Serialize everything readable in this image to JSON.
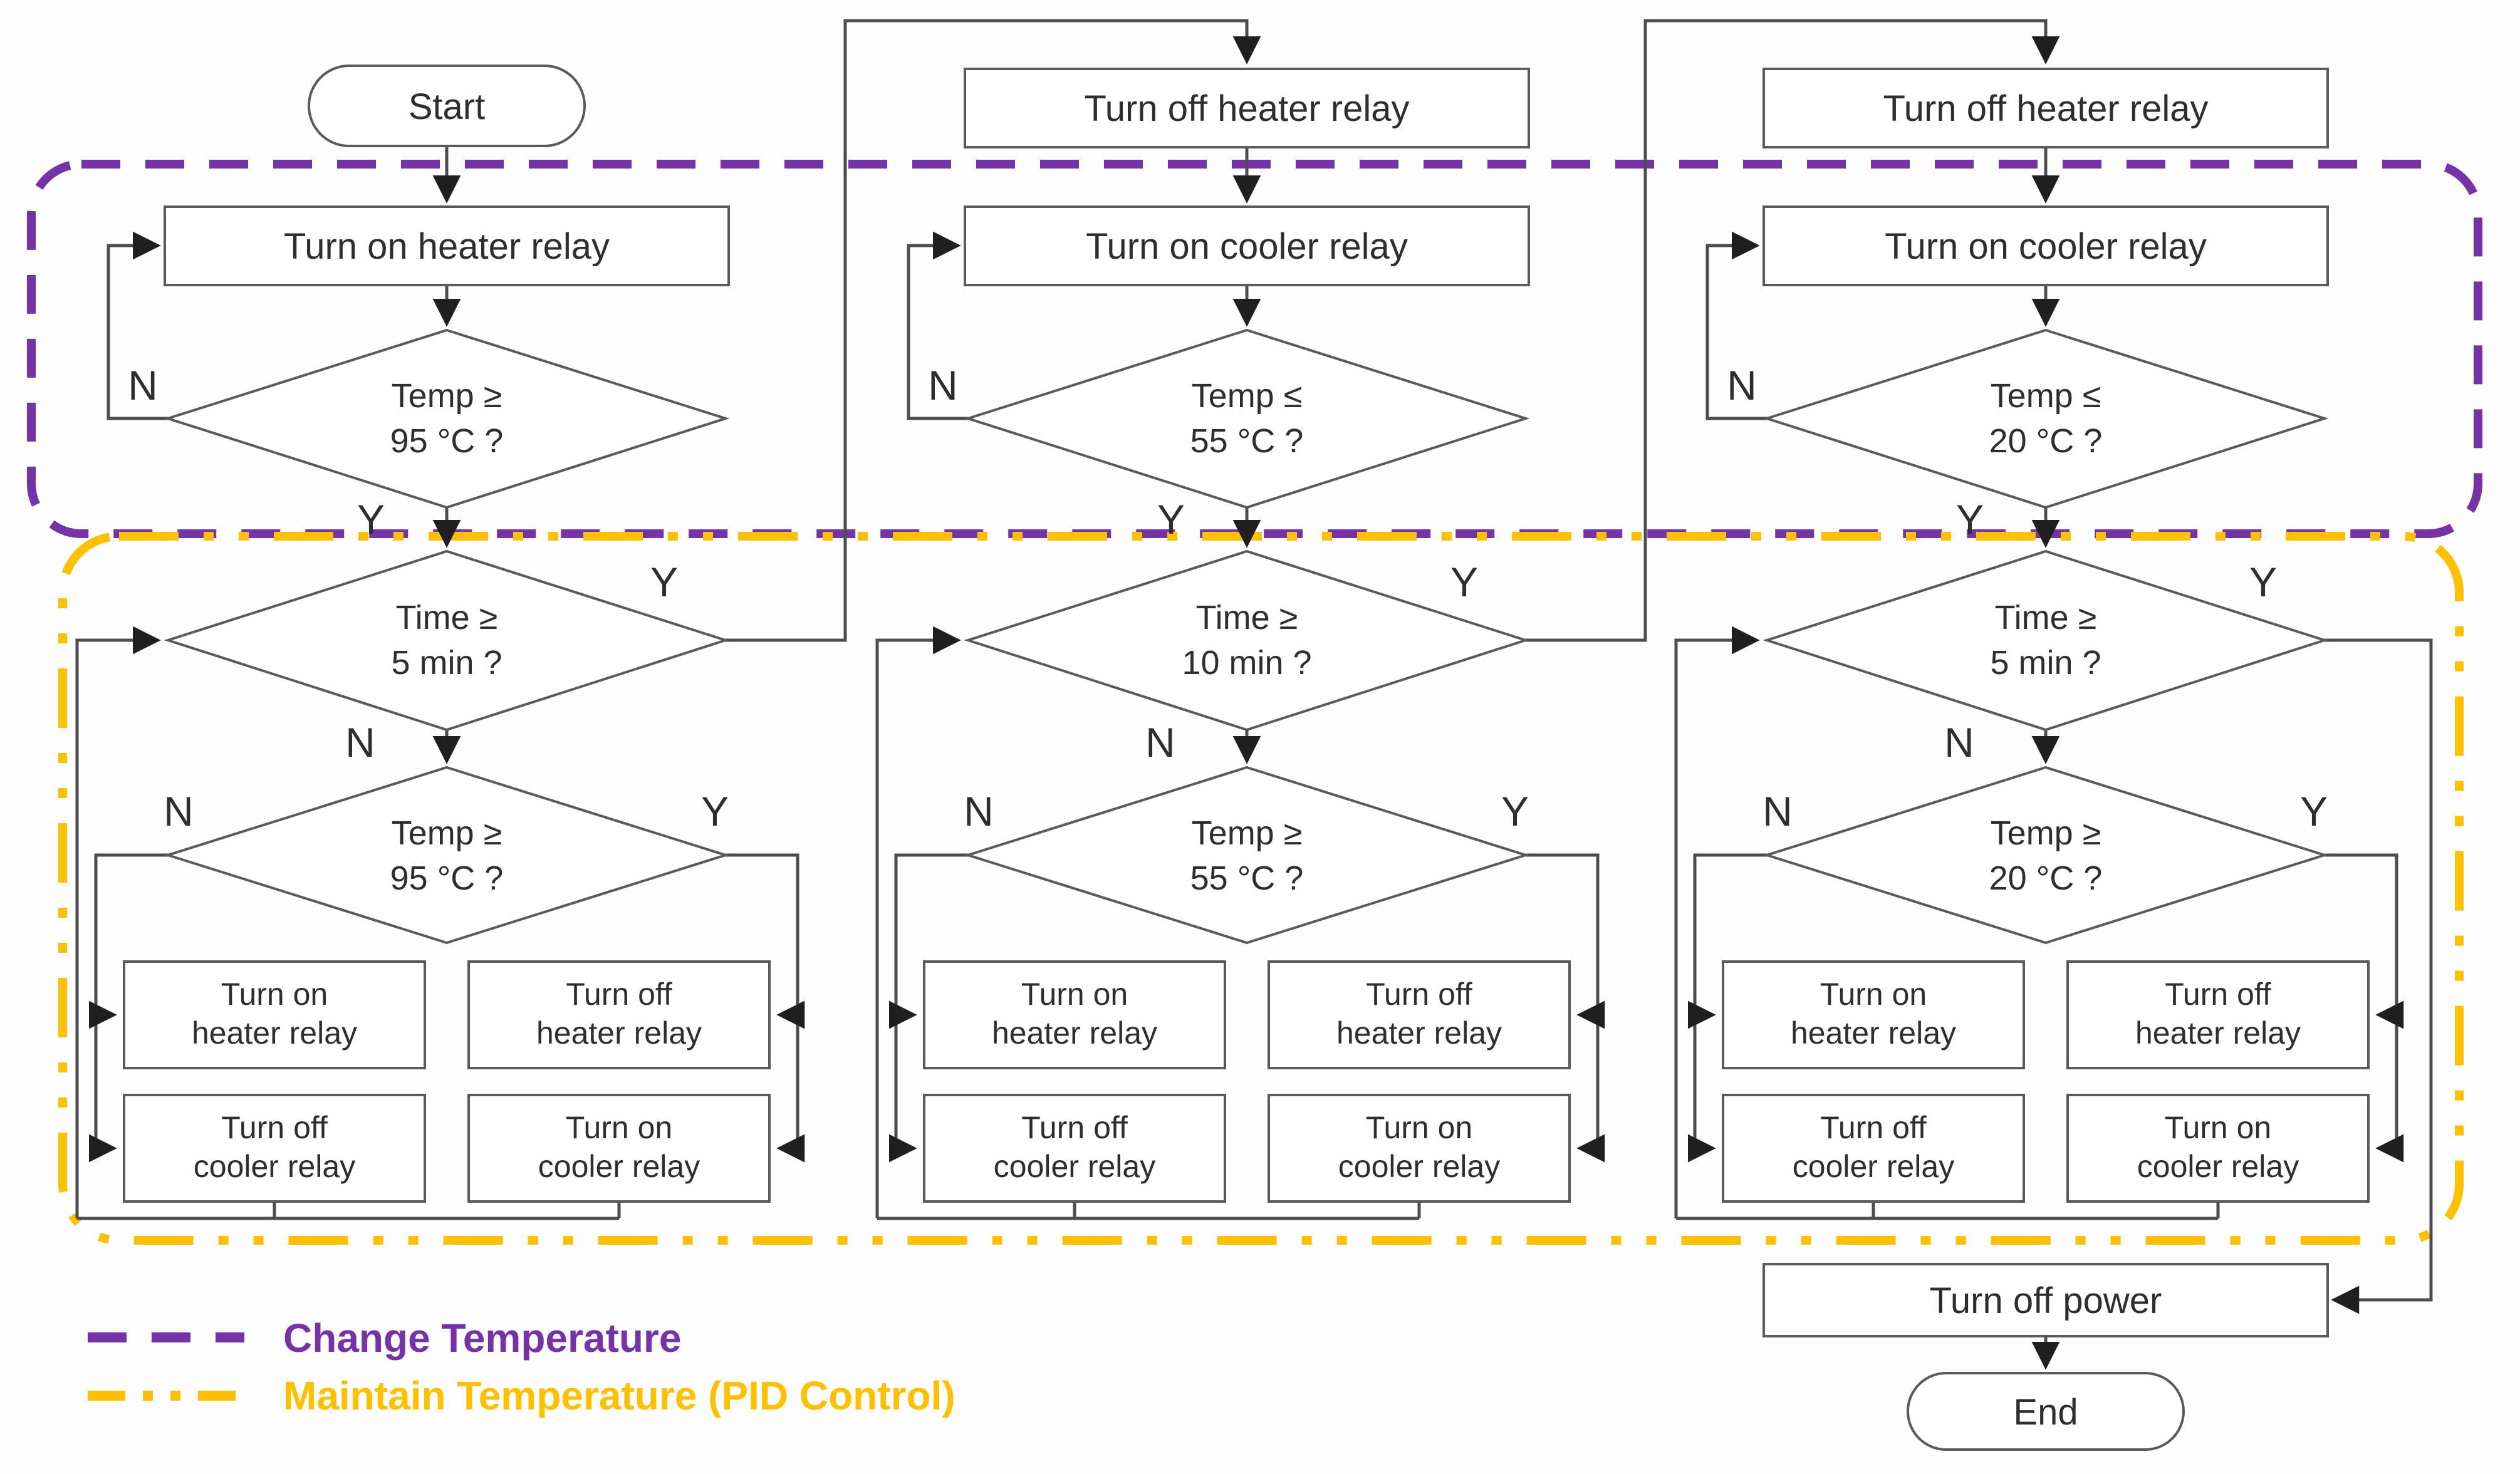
{
  "palette": {
    "background": "#FDFDFD",
    "node_border": "#5A5A5A",
    "connector": "#4D4D4D",
    "arrowhead": "#1F1F1F",
    "text": "#2E2E2E",
    "change_temp": "#7633A8",
    "maintain_temp": "#FFC000"
  },
  "labels": {
    "yes": "Y",
    "no": "N"
  },
  "terminals": {
    "start": "Start",
    "end": "End"
  },
  "shutdown": {
    "power_box": "Turn off power"
  },
  "regions": [
    {
      "id": "change-temperature",
      "label": "Change Temperature",
      "line_style": "dashed"
    },
    {
      "id": "maintain-temperature",
      "label": "Maintain Temperature (PID Control)",
      "line_style": "dash-dot-dot"
    }
  ],
  "columns": [
    {
      "id": "stage-95",
      "top": {
        "type": "start",
        "label": "Start"
      },
      "relay_box": "Turn on heater relay",
      "reach_check": {
        "line1": "Temp ≥",
        "line2": "95 °C ?"
      },
      "time_check": {
        "line1": "Time ≥",
        "line2": "5 min ?"
      },
      "hold_check": {
        "line1": "Temp ≥",
        "line2": "95 °C ?"
      },
      "pid_actions": [
        {
          "line1": "Turn on",
          "line2": "heater relay"
        },
        {
          "line1": "Turn off",
          "line2": "heater relay"
        },
        {
          "line1": "Turn off",
          "line2": "cooler relay"
        },
        {
          "line1": "Turn on",
          "line2": "cooler relay"
        }
      ]
    },
    {
      "id": "stage-55",
      "top": {
        "type": "process",
        "label": "Turn off heater relay"
      },
      "relay_box": "Turn on cooler relay",
      "reach_check": {
        "line1": "Temp ≤",
        "line2": "55 °C ?"
      },
      "time_check": {
        "line1": "Time ≥",
        "line2": "10 min ?"
      },
      "hold_check": {
        "line1": "Temp ≥",
        "line2": "55 °C ?"
      },
      "pid_actions": [
        {
          "line1": "Turn on",
          "line2": "heater relay"
        },
        {
          "line1": "Turn off",
          "line2": "heater relay"
        },
        {
          "line1": "Turn off",
          "line2": "cooler relay"
        },
        {
          "line1": "Turn on",
          "line2": "cooler relay"
        }
      ]
    },
    {
      "id": "stage-20",
      "top": {
        "type": "process",
        "label": "Turn off heater relay"
      },
      "relay_box": "Turn on cooler relay",
      "reach_check": {
        "line1": "Temp ≤",
        "line2": "20 °C ?"
      },
      "time_check": {
        "line1": "Time ≥",
        "line2": "5 min ?"
      },
      "hold_check": {
        "line1": "Temp ≥",
        "line2": "20 °C ?"
      },
      "pid_actions": [
        {
          "line1": "Turn on",
          "line2": "heater relay"
        },
        {
          "line1": "Turn off",
          "line2": "heater relay"
        },
        {
          "line1": "Turn off",
          "line2": "cooler relay"
        },
        {
          "line1": "Turn on",
          "line2": "cooler relay"
        }
      ]
    }
  ]
}
